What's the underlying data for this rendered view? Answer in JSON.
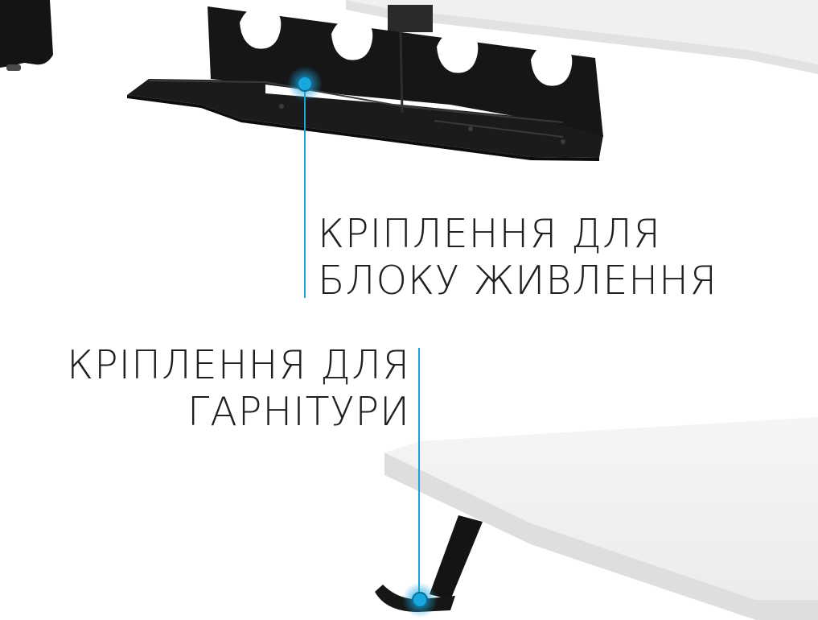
{
  "callouts": {
    "psu_mount": {
      "line1": "КРІПЛЕННЯ ДЛЯ",
      "line2": "БЛОКУ ЖИВЛЕННЯ"
    },
    "headset_mount": {
      "line1": "КРІПЛЕННЯ ДЛЯ",
      "line2": "ГАРНІТУРИ"
    }
  },
  "colors": {
    "accent": "#1aa3d9",
    "metal": "#151515",
    "desktop": "#f1f1f1",
    "text": "#1f1f1f"
  }
}
